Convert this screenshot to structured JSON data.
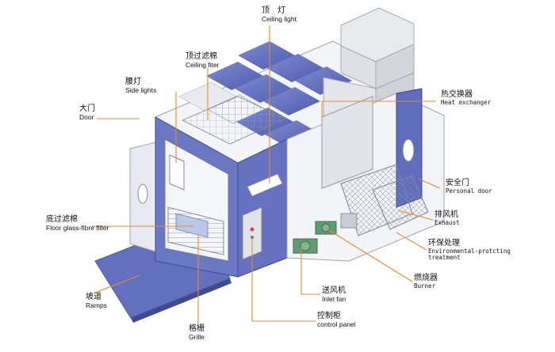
{
  "diagram": {
    "colors": {
      "panel_blue": "#5f6fbd",
      "panel_blue_light": "#8d98d4",
      "leader_orange": "#e98a2a",
      "frame_grey": "#c9ccd3",
      "duct_grey": "#e6e7ea",
      "machine_green": "#5f9b73"
    },
    "labels": {
      "ceiling_light": {
        "zh": "顶　灯",
        "en": "Ceiling light"
      },
      "ceiling_filter": {
        "zh": "顶过滤棉",
        "en": "Ceiling fiter"
      },
      "side_lights": {
        "zh": "腰灯",
        "en": "Side lights"
      },
      "door": {
        "zh": "大门",
        "en": "Door"
      },
      "heat_exchanger": {
        "zh": "热交换器",
        "en": "Heat exchanger"
      },
      "personal_door": {
        "zh": "安全门",
        "en": "Personal door"
      },
      "exhaust": {
        "zh": "排风机",
        "en": "Exhaust"
      },
      "env_treatment": {
        "zh": "环保处理",
        "en1": "Environmental-protcting",
        "en2": "treatment"
      },
      "floor_filter": {
        "zh": "底过滤棉",
        "en": "Floor glass-fibre filter"
      },
      "burner": {
        "zh": "燃烧器",
        "en": "Burner"
      },
      "inlet_fan": {
        "zh": "送风机",
        "en": "Inlet fan"
      },
      "ramps": {
        "zh": "坡道",
        "en": "Ramps"
      },
      "control_panel": {
        "zh": "控制柜",
        "en": "control panel"
      },
      "grille": {
        "zh": "格栅",
        "en": "Grille"
      }
    }
  }
}
